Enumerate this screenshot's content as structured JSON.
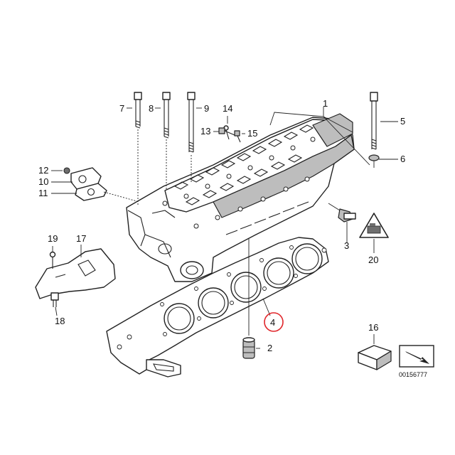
{
  "callouts": {
    "c1": "1",
    "c2": "2",
    "c3": "3",
    "c4": "4",
    "c5": "5",
    "c6": "6",
    "c7": "7",
    "c8": "8",
    "c9": "9",
    "c10": "10",
    "c11": "11",
    "c12": "12",
    "c13": "13",
    "c14": "14",
    "c15": "15",
    "c16": "16",
    "c17": "17",
    "c18": "18",
    "c19": "19",
    "c20": "20"
  },
  "highlight_color": "#e0262b",
  "reference_number": "00156777",
  "icons": {
    "warning_icon": "engine-warning-triangle-icon",
    "nav_icon": "arrow-navigation-icon"
  }
}
